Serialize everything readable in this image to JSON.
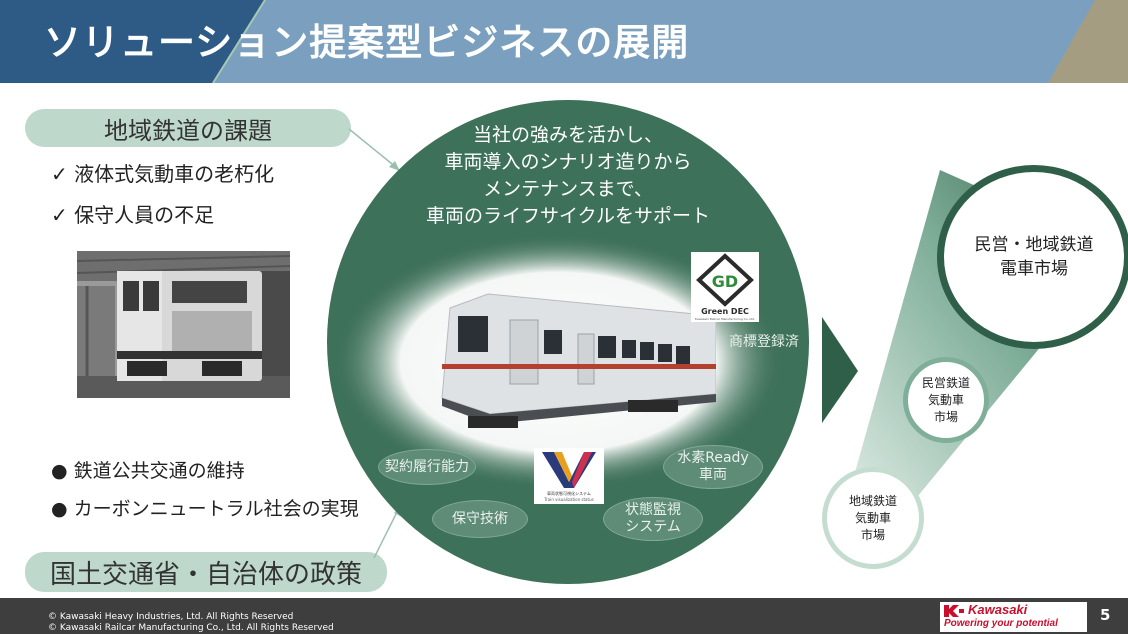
{
  "header": {
    "title": "ソリューション提案型ビジネスの展開"
  },
  "challenges": {
    "heading": "地域鉄道の課題",
    "items": [
      "液体式気動車の老朽化",
      "保守人員の不足"
    ],
    "check_glyph": "✓"
  },
  "goals": {
    "items": [
      "鉄道公共交通の維持",
      "カーボンニュートラル社会の実現"
    ],
    "bullet_glyph": "●"
  },
  "policy": {
    "heading": "国土交通省・自治体の政策"
  },
  "center": {
    "lines": [
      "当社の強みを活かし、",
      "車両導入のシナリオ造りから",
      "メンテナンスまで、",
      "車両のライフサイクルをサポート"
    ],
    "registered": "商標登録済",
    "badges": {
      "contract": "契約履行能力",
      "maintenance": "保守技術",
      "monitoring_1": "状態監視",
      "monitoring_2": "システム",
      "hydrogen_1": "水素Ready",
      "hydrogen_2": "車両"
    },
    "greendec_logo": "Green DEC",
    "greendec_mark": "GD",
    "greendec_caption": "Kawasaki Railcar Manufacturing Co.,Ltd.",
    "tv_caption_1": "車両状態可視化システム",
    "tv_caption_2": "Train visualization status"
  },
  "markets": {
    "big_1": "民営・地域鉄道",
    "big_2": "電車市場",
    "mid_1": "民営鉄道",
    "mid_2": "気動車",
    "mid_3": "市場",
    "small_1": "地域鉄道",
    "small_2": "気動車",
    "small_3": "市場"
  },
  "footer": {
    "copyright_1": "© Kawasaki Heavy Industries, Ltd. All Rights Reserved",
    "copyright_2": "© Kawasaki Railcar Manufacturing Co., Ltd. All Rights Reserved",
    "brand": "Kawasaki",
    "tagline": "Powering your potential",
    "page_number": "5"
  },
  "colors": {
    "header_blue": "#7b9fbe",
    "header_dark": "#2e5a86",
    "header_tan": "#a59d81",
    "circle_green": "#3e7159",
    "pill_green": "#bed9cc",
    "footer_gray": "#3e3e3e",
    "brand_red": "#c8102e"
  }
}
